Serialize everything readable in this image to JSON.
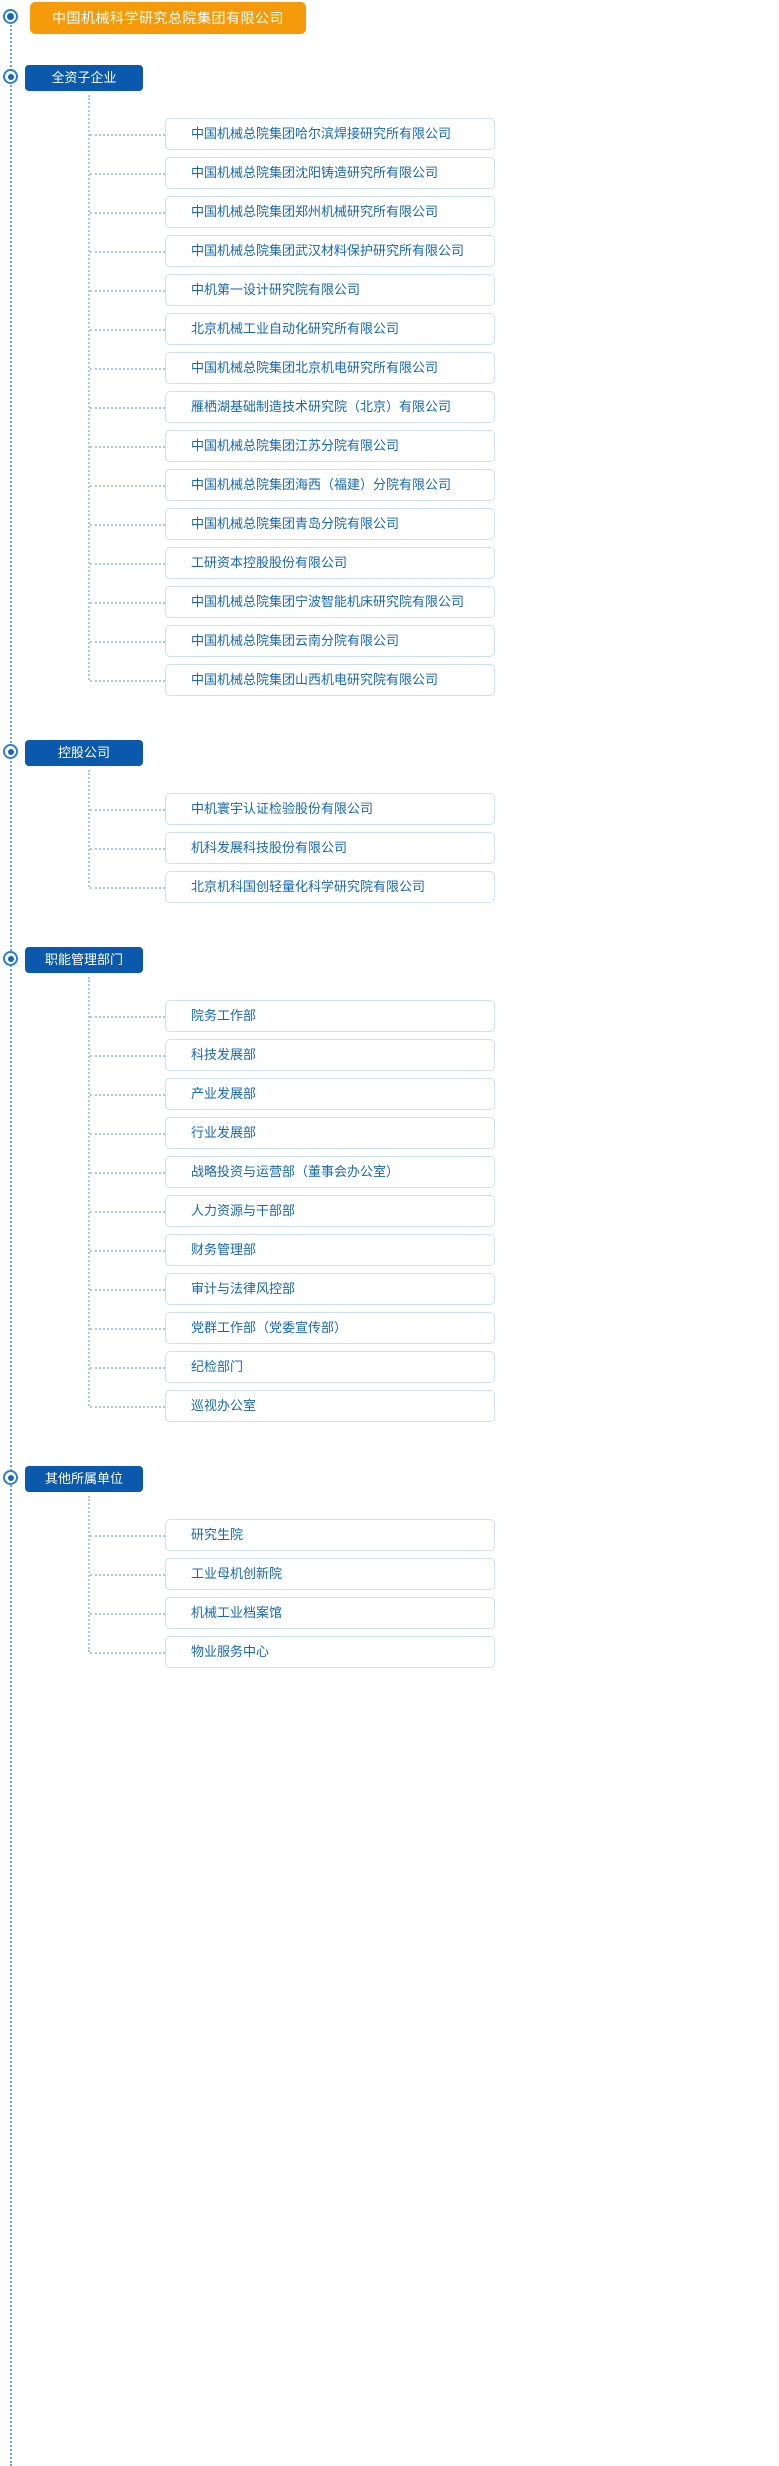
{
  "root": {
    "label": "中国机械科学研究总院集团有限公司",
    "color": "#f59a0b"
  },
  "theme": {
    "section_color": "#0a59ad",
    "item_text_color": "#1768b5",
    "item_border_color": "#cfe0f0",
    "line_color": "#a8cbe8",
    "spine_color": "#6ba7de"
  },
  "sections": [
    {
      "label": "全资子企业",
      "items": [
        "中国机械总院集团哈尔滨焊接研究所有限公司",
        "中国机械总院集团沈阳铸造研究所有限公司",
        "中国机械总院集团郑州机械研究所有限公司",
        "中国机械总院集团武汉材料保护研究所有限公司",
        "中机第一设计研究院有限公司",
        "北京机械工业自动化研究所有限公司",
        "中国机械总院集团北京机电研究所有限公司",
        "雁栖湖基础制造技术研究院（北京）有限公司",
        "中国机械总院集团江苏分院有限公司",
        "中国机械总院集团海西（福建）分院有限公司",
        "中国机械总院集团青岛分院有限公司",
        "工研资本控股股份有限公司",
        "中国机械总院集团宁波智能机床研究院有限公司",
        "中国机械总院集团云南分院有限公司",
        "中国机械总院集团山西机电研究院有限公司"
      ]
    },
    {
      "label": "控股公司",
      "items": [
        "中机寰宇认证检验股份有限公司",
        "机科发展科技股份有限公司",
        "北京机科国创轻量化科学研究院有限公司"
      ]
    },
    {
      "label": "职能管理部门",
      "items": [
        "院务工作部",
        "科技发展部",
        "产业发展部",
        "行业发展部",
        "战略投资与运营部（董事会办公室）",
        "人力资源与干部部",
        "财务管理部",
        "审计与法律风控部",
        "党群工作部（党委宣传部）",
        "纪检部门",
        "巡视办公室"
      ]
    },
    {
      "label": "其他所属单位",
      "items": [
        "研究生院",
        "工业母机创新院",
        "机械工业档案馆",
        "物业服务中心"
      ]
    }
  ]
}
